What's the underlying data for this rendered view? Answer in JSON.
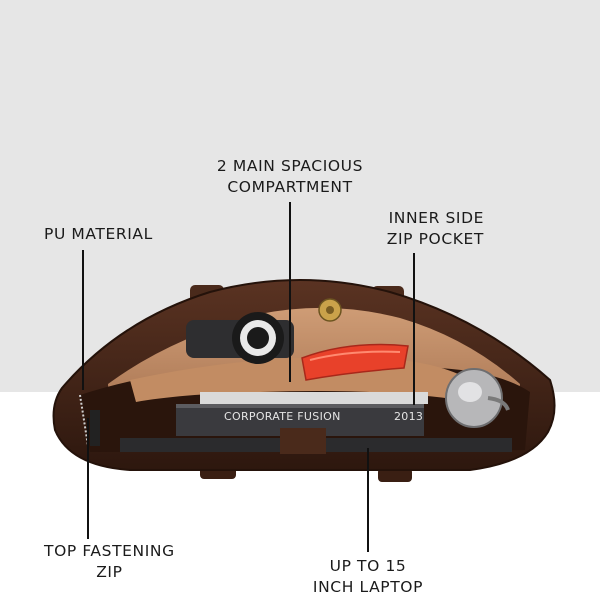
{
  "annotations": {
    "compartment": [
      "2 MAIN SPACIOUS",
      "COMPARTMENT"
    ],
    "pu_material": [
      "PU MATERIAL"
    ],
    "inner_pocket": [
      "INNER SIDE",
      "ZIP POCKET"
    ],
    "top_zip": [
      "TOP FASTENING",
      "ZIP"
    ],
    "laptop": [
      "UP TO 15",
      "INCH LAPTOP"
    ]
  },
  "product_text": {
    "book_brand": "CORPORATE FUSION",
    "book_year": "2013"
  },
  "colors": {
    "background_band": "#e6e6e6",
    "bag_leather": "#3f2216",
    "lining": "#c08a62",
    "zip_pouch": "#e8412a"
  }
}
